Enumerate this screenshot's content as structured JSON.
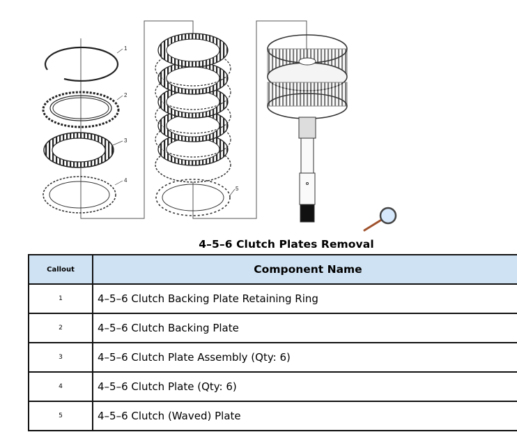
{
  "figure": {
    "caption": "4–5–6 Clutch Plates Removal",
    "callout_labels": [
      "1",
      "2",
      "3",
      "4",
      "5"
    ],
    "zoom_icon": "magnifier-icon"
  },
  "table": {
    "headers": {
      "callout": "Callout",
      "component": "Component Name"
    },
    "rows": [
      {
        "callout": "1",
        "name": "4–5–6 Clutch Backing Plate Retaining Ring"
      },
      {
        "callout": "2",
        "name": "4–5–6 Clutch Backing Plate"
      },
      {
        "callout": "3",
        "name": "4–5–6 Clutch Plate Assembly (Qty: 6)"
      },
      {
        "callout": "4",
        "name": "4–5–6 Clutch Plate (Qty: 6)"
      },
      {
        "callout": "5",
        "name": "4–5–6 Clutch (Waved) Plate"
      }
    ]
  },
  "colors": {
    "header_bg": "#cfe2f3",
    "border": "#111111",
    "magnifier_handle": "#a0522d",
    "magnifier_lens": "#d6e8fb"
  }
}
